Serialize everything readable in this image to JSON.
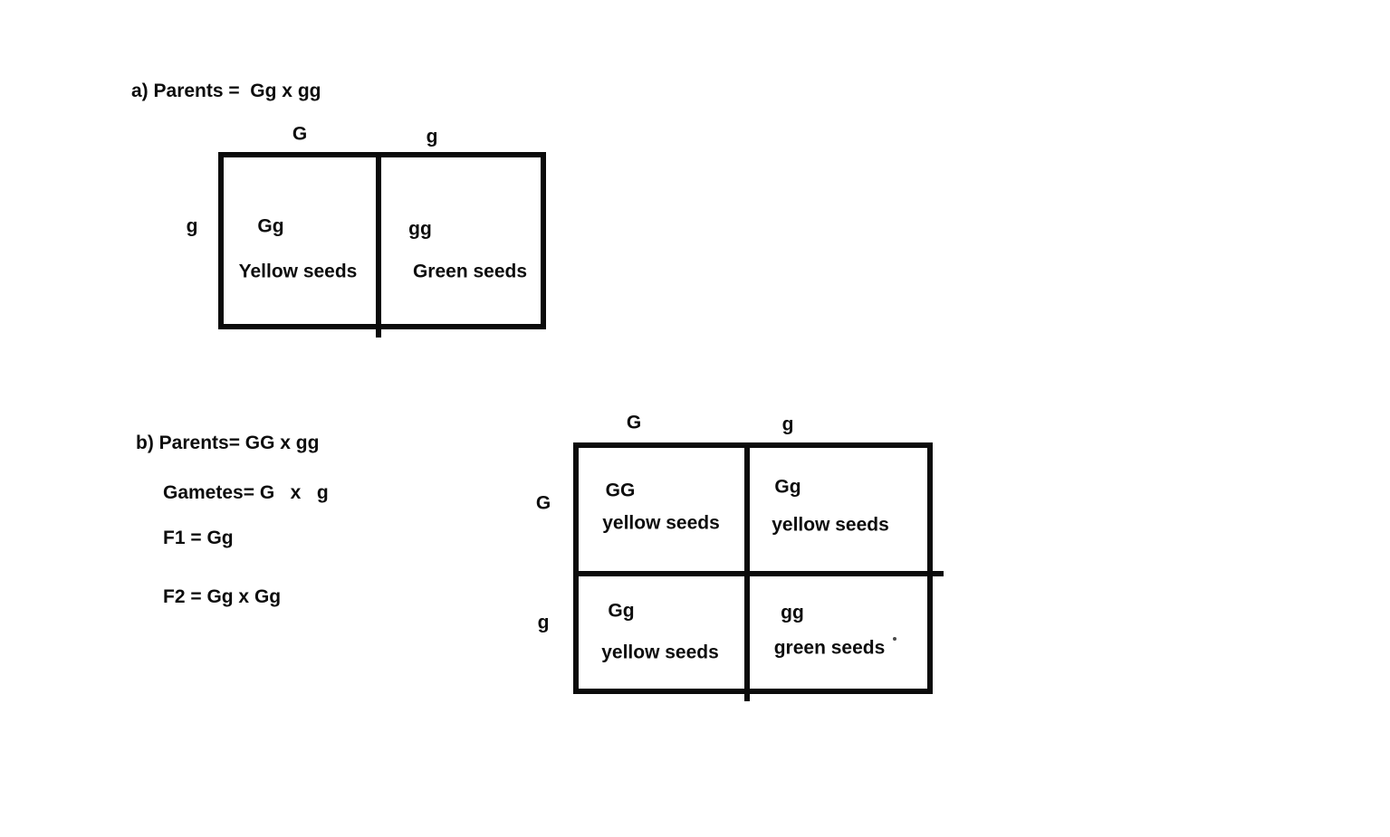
{
  "colors": {
    "ink": "#0d0d0d",
    "background": "#ffffff"
  },
  "section_a": {
    "title": "a) Parents =  Gg x gg",
    "punnett": {
      "col_headers": [
        "G",
        "g"
      ],
      "row_header": "g",
      "cells": [
        {
          "genotype": "Gg",
          "phenotype": "Yellow seeds"
        },
        {
          "genotype": "gg",
          "phenotype": "Green seeds"
        }
      ]
    }
  },
  "section_b": {
    "title": "b) Parents= GG x gg",
    "gametes_line": "Gametes= G   x   g",
    "f1_line": "F1 = Gg",
    "f2_line": "F2 = Gg x Gg",
    "punnett": {
      "col_headers": [
        "G",
        "g"
      ],
      "row_headers": [
        "G",
        "g"
      ],
      "cells": [
        {
          "genotype": "GG",
          "phenotype": "yellow seeds"
        },
        {
          "genotype": "Gg",
          "phenotype": "yellow seeds"
        },
        {
          "genotype": "Gg",
          "phenotype": "yellow seeds"
        },
        {
          "genotype": "gg",
          "phenotype": "green seeds"
        }
      ]
    }
  }
}
